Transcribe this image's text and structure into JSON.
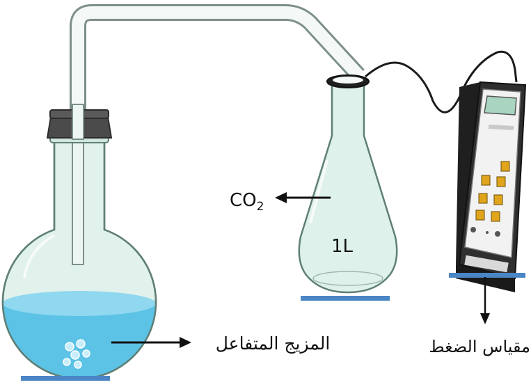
{
  "labels": {
    "co2_base": "CO",
    "co2_sub": "2",
    "volume": "1L",
    "reaction_mixture": "المزيج المتفاعل",
    "pressure_gauge": "مقياس الضغط"
  },
  "colors": {
    "liquid": "#5cc3e6",
    "liquid_top": "#8fd8ef",
    "glass": "#dff1ec",
    "glass_edge": "#6f8f86",
    "stand": "#4a86c5",
    "stopper": "#4b4b4b",
    "meter_body": "#2f2f2f",
    "meter_face": "#f2f2f2",
    "meter_button": "#e0a51c",
    "meter_screen": "#a8d4c0"
  }
}
